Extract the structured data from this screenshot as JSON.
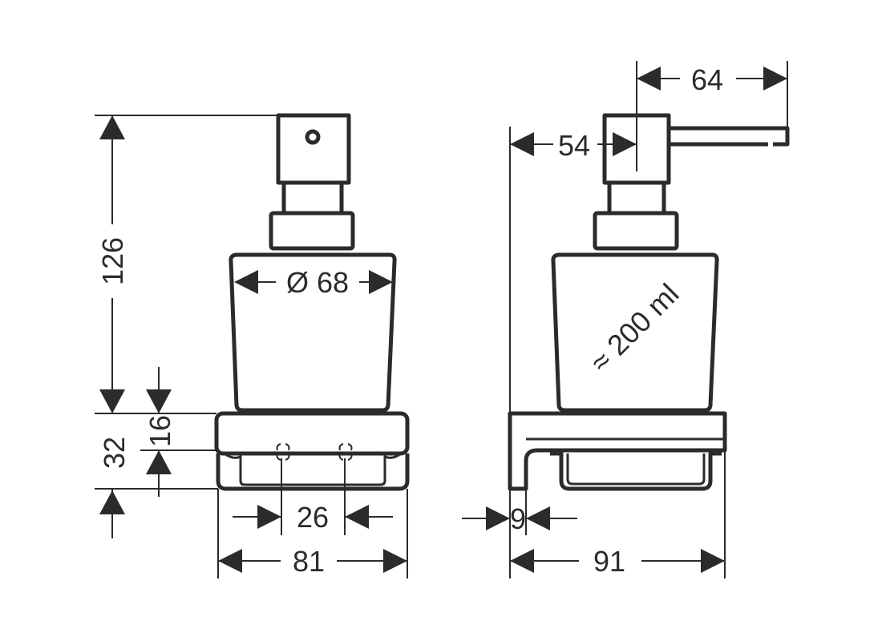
{
  "front_view": {
    "height_total": "126",
    "diameter": "Ø 68",
    "base_height": "32",
    "base_upper": "16",
    "hole_spacing": "26",
    "width": "81"
  },
  "side_view": {
    "spout_reach": "64",
    "pump_offset": "54",
    "capacity": "≈ 200 ml",
    "wall_gap": "9",
    "depth": "91"
  }
}
